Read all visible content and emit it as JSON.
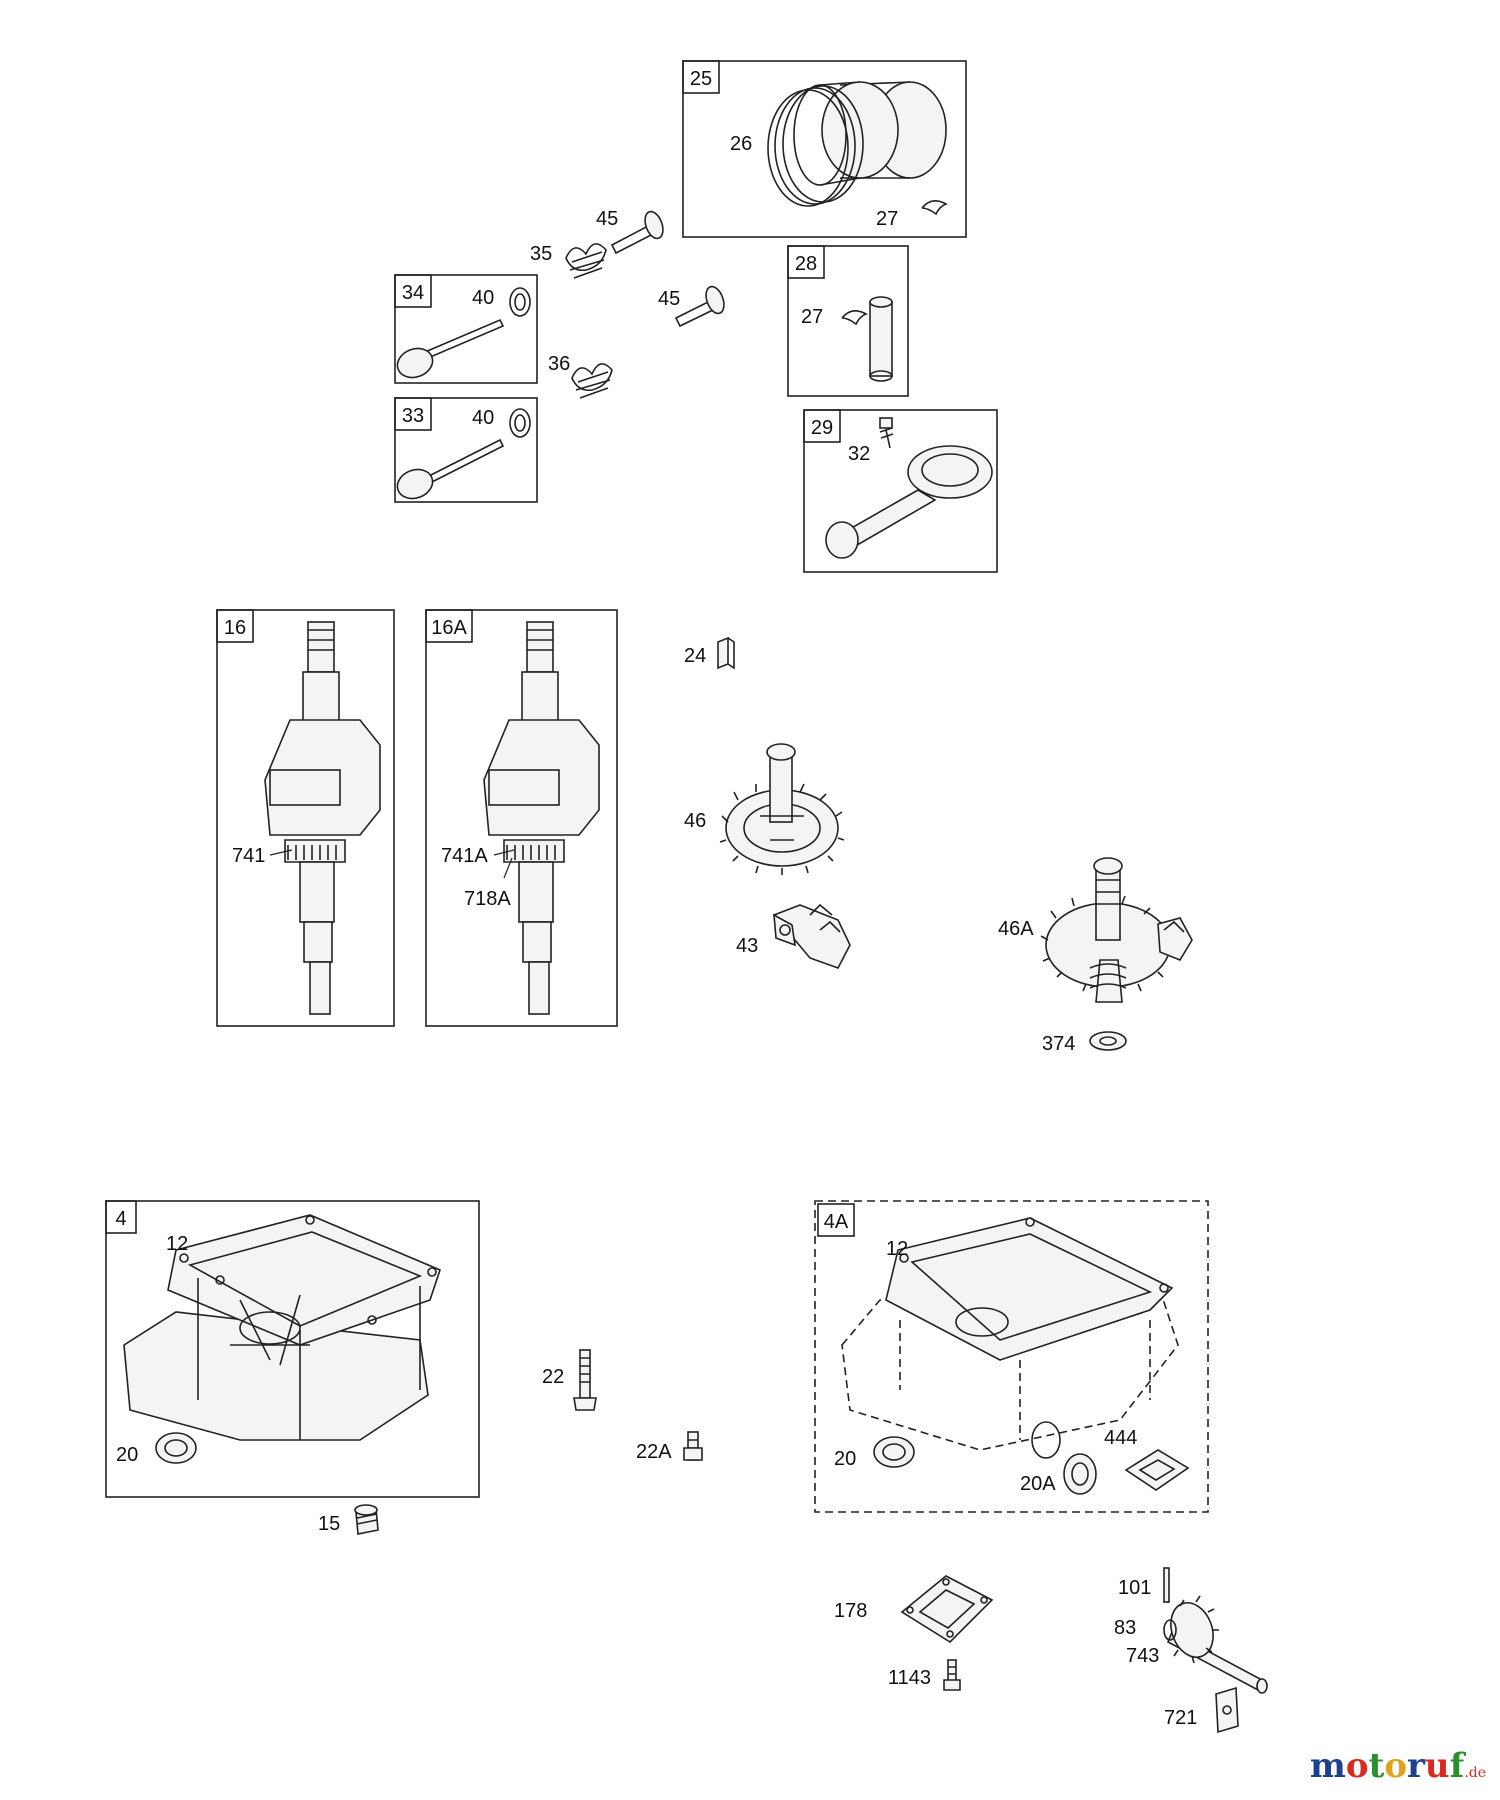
{
  "boxes": {
    "b25": "25",
    "b28": "28",
    "b34": "34",
    "b33": "33",
    "b29": "29",
    "b16": "16",
    "b16a": "16A",
    "b4": "4",
    "b4a": "4A"
  },
  "labels": {
    "l26": "26",
    "l27a": "27",
    "l45a": "45",
    "l35": "35",
    "l40a": "40",
    "l45b": "45",
    "l27b": "27",
    "l36": "36",
    "l40b": "40",
    "l32": "32",
    "l24": "24",
    "l741": "741",
    "l741a": "741A",
    "l718a": "718A",
    "l46": "46",
    "l43": "43",
    "l46a": "46A",
    "l374": "374",
    "l12a": "12",
    "l20a": "20",
    "l15": "15",
    "l22": "22",
    "l22a": "22A",
    "l12b": "12",
    "l20b": "20",
    "l444": "444",
    "l20a2": "20A",
    "l178": "178",
    "l1143": "1143",
    "l101": "101",
    "l83": "83",
    "l743": "743",
    "l721": "721"
  },
  "watermark": {
    "letters": [
      "m",
      "o",
      "t",
      "o",
      "r",
      "u",
      "f"
    ],
    "colors": [
      "#1f3f8f",
      "#d82a20",
      "#2b8f2f",
      "#e0a21a",
      "#1f3f8f",
      "#d82a20",
      "#2b8f2f"
    ],
    "suffix": ".de"
  }
}
